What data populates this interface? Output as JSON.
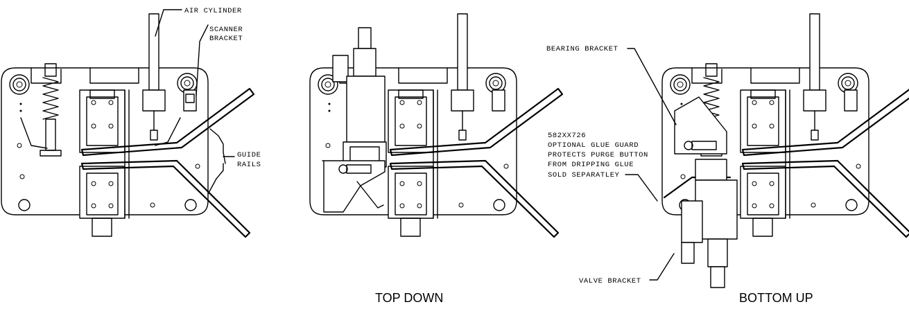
{
  "labels": {
    "air_cylinder": "AIR CYLINDER",
    "scanner_bracket_1": "SCANNER",
    "scanner_bracket_2": "BRACKET",
    "guide_rails_1": "GUIDE",
    "guide_rails_2": "RAILS",
    "bearing_bracket": "BEARING BRACKET",
    "glue_guard_1": "582XX726",
    "glue_guard_2": "OPTIONAL GLUE GUARD",
    "glue_guard_3": "PROTECTS PURGE BUTTON",
    "glue_guard_4": "FROM DRIPPING GLUE",
    "glue_guard_5": "SOLD SEPARATLEY",
    "valve_bracket": "VALVE BRACKET"
  },
  "captions": {
    "top_down": "TOP DOWN",
    "bottom_up": "BOTTOM UP"
  }
}
